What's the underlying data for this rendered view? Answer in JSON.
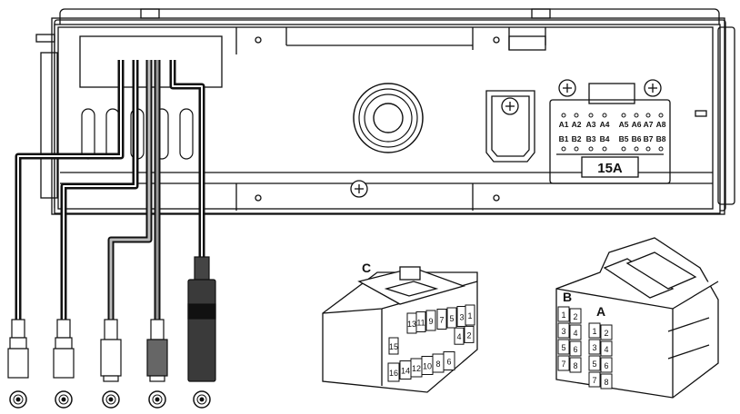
{
  "head_unit": {
    "pin_row_a": [
      "A1",
      "A2",
      "A3",
      "A4",
      "A5",
      "A6",
      "A7",
      "A8"
    ],
    "pin_row_b": [
      "B1",
      "B2",
      "B3",
      "B4",
      "B5",
      "B6",
      "B7",
      "B8"
    ],
    "fuse_label": "15A"
  },
  "connector_c": {
    "label": "C",
    "top_pins": [
      "13",
      "11",
      "9",
      "7",
      "5",
      "3",
      "1"
    ],
    "mid_pins": [
      "15",
      "",
      "",
      "",
      "",
      "",
      "4",
      "2"
    ],
    "bottom_pins": [
      "16",
      "14",
      "12",
      "10",
      "8",
      "6"
    ]
  },
  "iso_connector": {
    "label_b": "B",
    "label_a": "A",
    "b_pins": [
      "1",
      "2",
      "3",
      "4",
      "5",
      "6",
      "7",
      "8"
    ],
    "a_pins": [
      "1",
      "2",
      "3",
      "4",
      "5",
      "6",
      "7",
      "8"
    ]
  },
  "cables": [
    {
      "name": "rca-cable-1",
      "plug_color": "#ffffff"
    },
    {
      "name": "rca-cable-2",
      "plug_color": "#ffffff"
    },
    {
      "name": "rca-cable-3",
      "plug_color": "#ffffff"
    },
    {
      "name": "rca-cable-4",
      "plug_color": "#666666"
    },
    {
      "name": "antenna-cable",
      "plug_color": "#333333"
    }
  ],
  "colors": {
    "line": "#111111",
    "grey_plug": "#666666",
    "dark_plug": "#3a3a3a"
  }
}
